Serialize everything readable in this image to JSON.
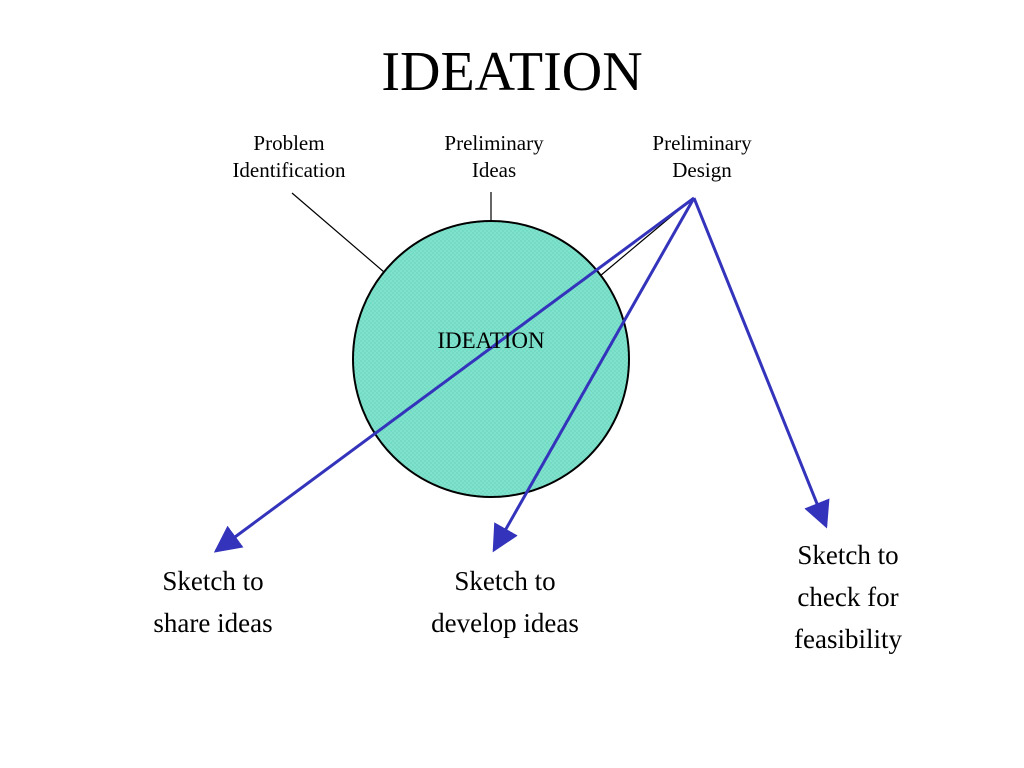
{
  "title": "IDEATION",
  "circle": {
    "label": "IDEATION",
    "fill": "#7fe2cc",
    "stroke": "#000000"
  },
  "stages": [
    {
      "line1": "Problem",
      "line2": "Identification"
    },
    {
      "line1": "Preliminary",
      "line2": "Ideas"
    },
    {
      "line1": "Preliminary",
      "line2": "Design"
    }
  ],
  "sketches": [
    {
      "line1": "Sketch to",
      "line2": "share ideas"
    },
    {
      "line1": "Sketch to",
      "line2": "develop ideas"
    },
    {
      "line1": "Sketch to",
      "line2": "check for",
      "line3": "feasibility"
    }
  ],
  "colors": {
    "arrow": "#3333bb",
    "leader": "#000000"
  }
}
